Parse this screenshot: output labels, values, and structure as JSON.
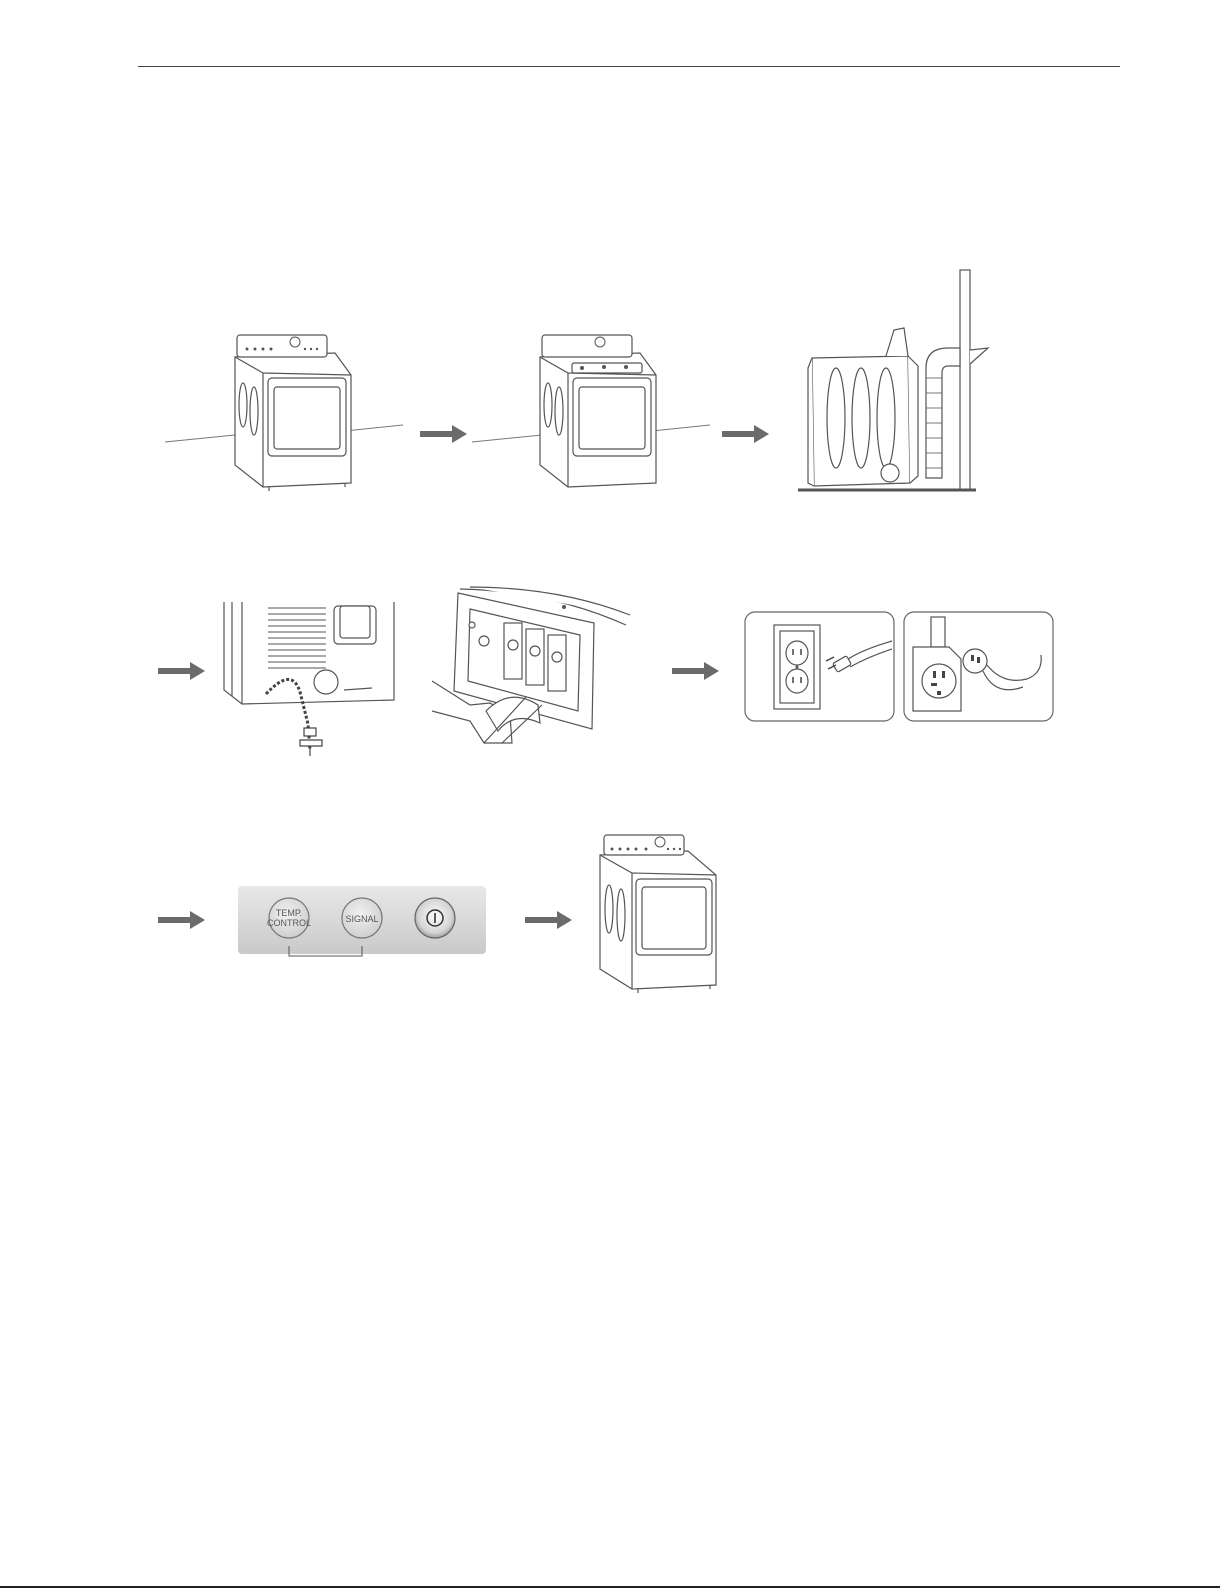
{
  "page": {
    "control_panel": {
      "temp_control_label_line1": "TEMP.",
      "temp_control_label_line2": "CONTROL",
      "signal_label": "SIGNAL"
    }
  },
  "icons": [
    "arrow-right-icon",
    "power-icon"
  ],
  "colors": {
    "line": "#555555",
    "arrow": "#6b6b6b",
    "panel": "#d8d8d8"
  }
}
